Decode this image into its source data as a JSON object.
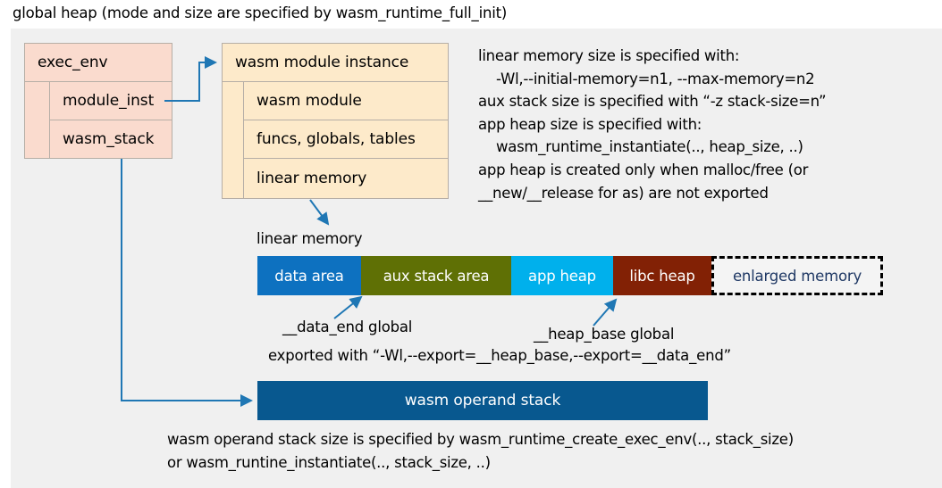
{
  "title": "global heap (mode and size are specified by wasm_runtime_full_init)",
  "exec_env_box": {
    "header": "exec_env",
    "rows": [
      {
        "label": "module_inst"
      },
      {
        "label": "wasm_stack"
      }
    ]
  },
  "module_instance_box": {
    "header": "wasm module instance",
    "rows": [
      {
        "label": "wasm module"
      },
      {
        "label": "funcs, globals, tables"
      },
      {
        "label": "linear memory"
      }
    ]
  },
  "right_note": "linear memory size is specified with:\n    -Wl,--initial-memory=n1, --max-memory=n2\naux stack size is specified with “-z stack-size=n”\napp heap size is specified with:\n    wasm_runtime_instantiate(.., heap_size, ..)\napp heap is created only when malloc/free (or\n__new/__release for as) are not exported",
  "linear_memory": {
    "label": "linear memory",
    "segments": [
      {
        "label": "data area",
        "color": "#0d71c0",
        "width": 116,
        "text_color": "#ffffff",
        "style": "solid"
      },
      {
        "label": "aux stack area",
        "color": "#5f7005",
        "width": 168,
        "text_color": "#ffffff",
        "style": "solid"
      },
      {
        "label": "app heap",
        "color": "#00b0ec",
        "width": 114,
        "text_color": "#ffffff",
        "style": "solid"
      },
      {
        "label": "libc heap",
        "color": "#822105",
        "width": 110,
        "text_color": "#ffffff",
        "style": "solid"
      },
      {
        "label": "enlarged memory",
        "color": "#f4f4f4",
        "width": 192,
        "text_color": "#1f3864",
        "style": "dashed"
      }
    ]
  },
  "annotations": {
    "data_end": "__data_end global",
    "heap_base": "__heap_base global",
    "export_line": "exported with “-Wl,--export=__heap_base,--export=__data_end”"
  },
  "operand_stack": {
    "label": "wasm operand stack",
    "color": "#08588f"
  },
  "bottom_note": "wasm operand stack size is specified by wasm_runtime_create_exec_env(.., stack_size)\nor wasm_runtine_instantiate(.., stack_size, ..)",
  "colors": {
    "panel_background": "#f0f0f0",
    "exec_env_fill": "#fadbce",
    "module_instance_fill": "#fdeaca",
    "box_border": "#b6aea6",
    "connector": "#1f77b4",
    "operand_stack_fill": "#08588f"
  }
}
